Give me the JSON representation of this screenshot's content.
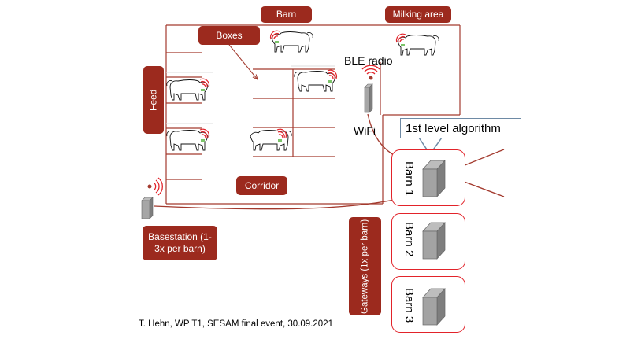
{
  "labels": {
    "barn": "Barn",
    "milking_area": "Milking area",
    "boxes": "Boxes",
    "feed": "Feed",
    "corridor": "Corridor",
    "basestation": "Basestation (1-3x per barn)",
    "gateways": "Gateways (1x per barn)"
  },
  "devices": {
    "ble_radio": "BLE radio",
    "wifi": "WiFi",
    "callout": "1st level  algorithm"
  },
  "gateways": [
    {
      "name": "Barn 1"
    },
    {
      "name": "Barn 2"
    },
    {
      "name": "Barn 3"
    }
  ],
  "footer": "T. Hehn, WP T1, SESAM final event, 30.09.2021",
  "colors": {
    "label_bg": "#9c2a1e",
    "line": "#a33a2e",
    "gateway_border": "#e2232a",
    "signal": "#e2232a",
    "tag": "#7cc46a",
    "device": "#9a9a9a"
  }
}
